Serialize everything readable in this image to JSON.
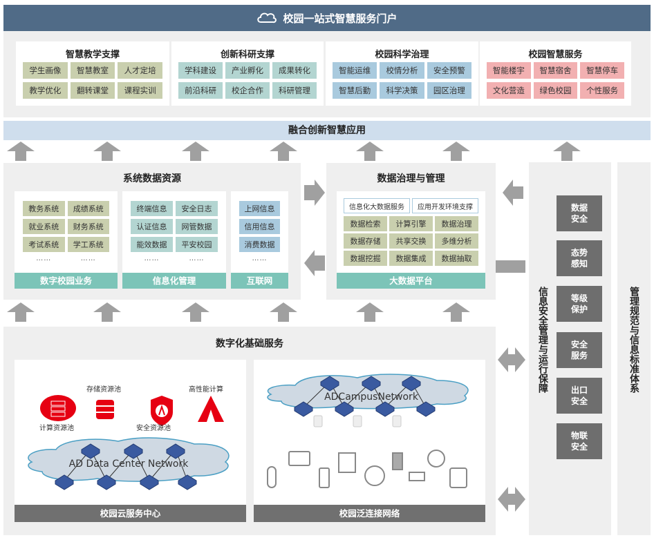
{
  "header": {
    "title": "校园一站式智慧服务门户",
    "icon": "cloud-icon"
  },
  "portal_cards": [
    {
      "title": "智慧教学支撑",
      "color": "#c9cfae",
      "items": [
        "学生画像",
        "智慧教室",
        "人才定培",
        "教学优化",
        "翻转课堂",
        "课程实训"
      ]
    },
    {
      "title": "创新科研支撑",
      "color": "#b3d5d1",
      "items": [
        "学科建设",
        "产业孵化",
        "成果转化",
        "前沿科研",
        "校企合作",
        "科研管理"
      ]
    },
    {
      "title": "校园科学治理",
      "color": "#a9cade",
      "items": [
        "智能运维",
        "校情分析",
        "安全预警",
        "智慧后勤",
        "科学决策",
        "园区治理"
      ]
    },
    {
      "title": "校园智慧服务",
      "color": "#f2b0b1",
      "items": [
        "智能楼宇",
        "智慧宿舍",
        "智慧停车",
        "文化营造",
        "绿色校园",
        "个性服务"
      ]
    }
  ],
  "app_band": "融合创新智慧应用",
  "system_data": {
    "title": "系统数据资源",
    "groups": [
      {
        "footer": "数字校园业务",
        "color": "#c9cfae",
        "items": [
          "教务系统",
          "成绩系统",
          "就业系统",
          "财务系统",
          "考试系统",
          "学工系统"
        ],
        "dots": [
          "……",
          "……"
        ]
      },
      {
        "footer": "信息化管理",
        "color": "#b3d5d1",
        "items": [
          "终端信息",
          "安全日志",
          "认证信息",
          "网管数据",
          "能效数据",
          "平安校园"
        ],
        "dots": [
          "……",
          "……"
        ]
      },
      {
        "footer": "互联网",
        "color": "#a9cade",
        "items": [
          "上网信息",
          "信用信息",
          "消费数据"
        ],
        "dots": [
          "……"
        ]
      }
    ]
  },
  "data_governance": {
    "title": "数据治理与管理",
    "top_items": [
      "信息化大数据服务",
      "应用开发环境支撑"
    ],
    "items": [
      "数据检索",
      "计算引擎",
      "数据治理",
      "数据存储",
      "共享交换",
      "多维分析",
      "数据挖掘",
      "数据集成",
      "数据抽取"
    ],
    "footer": "大数据平台"
  },
  "infrastructure": {
    "title": "数字化基础服务",
    "cloud_center": {
      "footer": "校园云服务中心",
      "labels": {
        "compute": "计算资源池",
        "storage": "存储资源池",
        "security": "安全资源池",
        "hpc": "高性能计算"
      },
      "network": "AD Data Center Network"
    },
    "campus_network": {
      "footer": "校园泛连接网络",
      "network": "ADCampusNetwork"
    }
  },
  "security": {
    "title": "信息安全管理与运行保障",
    "items": [
      "数据\n安全",
      "态势\n感知",
      "等级\n保护",
      "安全\n服务",
      "出口\n安全",
      "物联\n安全"
    ]
  },
  "standards": {
    "title": "管理规范与信息标准体系"
  },
  "colors": {
    "header": "#506b87",
    "teal": "#7cc4b8",
    "gray": "#707070",
    "red": "#e60012",
    "switch": "#3a5aa0"
  }
}
